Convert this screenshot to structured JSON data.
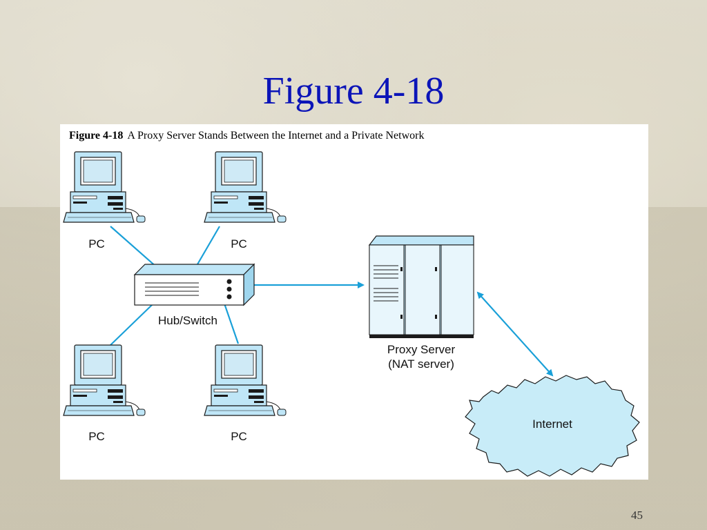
{
  "slide": {
    "title": "Figure 4-18",
    "page_number": "45"
  },
  "figure": {
    "caption_label": "Figure 4-18",
    "caption_text": "A Proxy Server Stands Between the Internet and a Private Network",
    "labels": {
      "pc_top_left": "PC",
      "pc_top_right": "PC",
      "pc_bottom_left": "PC",
      "pc_bottom_right": "PC",
      "hub": "Hub/Switch",
      "proxy_line1": "Proxy Server",
      "proxy_line2": "(NAT server)",
      "internet": "Internet"
    }
  },
  "colors": {
    "title": "#0b14b8",
    "device_fill": "#bfe6f7",
    "device_stroke": "#1aa0d8",
    "link": "#1aa0d8",
    "internet_fill": "#c8ecf8"
  }
}
